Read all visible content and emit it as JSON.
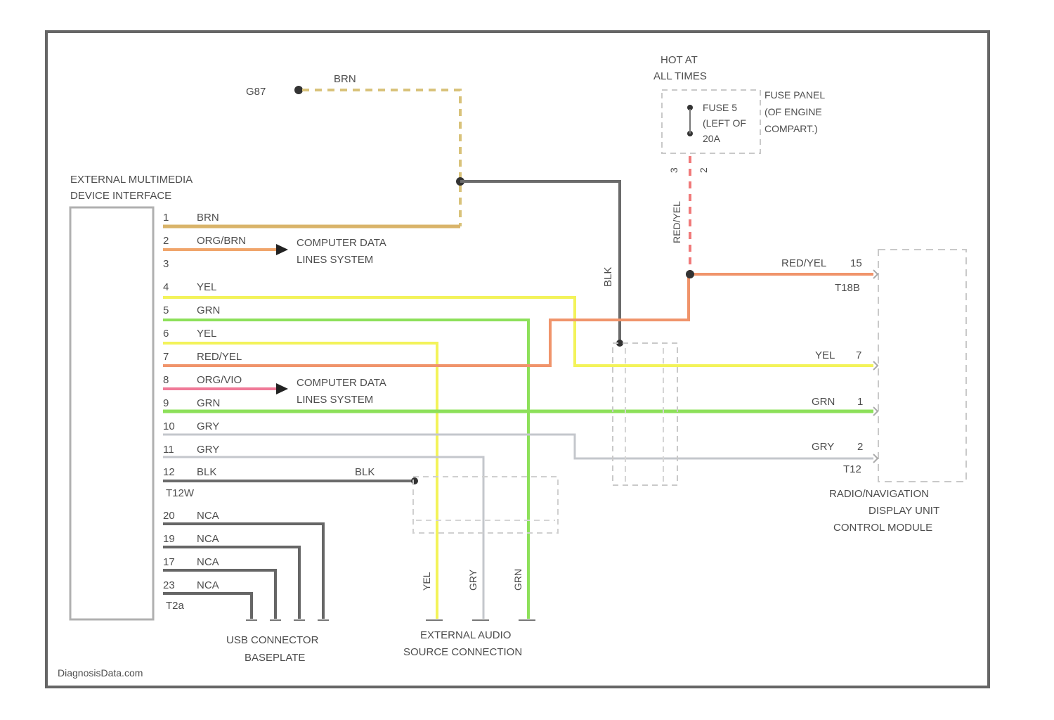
{
  "diagram": {
    "ground_label": "G87",
    "ground_wire": "BRN",
    "hot_label_1": "HOT AT",
    "hot_label_2": "ALL TIMES",
    "fuse_label_1": "FUSE 5",
    "fuse_label_2": "(LEFT OF",
    "fuse_label_3": "20A",
    "fuse_panel_1": "FUSE PANEL",
    "fuse_panel_2": "(OF ENGINE",
    "fuse_panel_3": "COMPART.)",
    "fuse_pin_left": "3",
    "fuse_pin_right": "2",
    "fuse_wire": "RED/YEL",
    "blk_vertical": "BLK",
    "emdi": {
      "title_1": "EXTERNAL MULTIMEDIA",
      "title_2": "DEVICE INTERFACE",
      "connector": "T12W",
      "pins": [
        {
          "pin": "1",
          "wire": "BRN"
        },
        {
          "pin": "2",
          "wire": "ORG/BRN"
        },
        {
          "pin": "3",
          "wire": ""
        },
        {
          "pin": "4",
          "wire": "YEL"
        },
        {
          "pin": "5",
          "wire": "GRN"
        },
        {
          "pin": "6",
          "wire": "YEL"
        },
        {
          "pin": "7",
          "wire": "RED/YEL"
        },
        {
          "pin": "8",
          "wire": "ORG/VIO"
        },
        {
          "pin": "9",
          "wire": "GRN"
        },
        {
          "pin": "10",
          "wire": "GRY"
        },
        {
          "pin": "11",
          "wire": "GRY"
        },
        {
          "pin": "12",
          "wire": "BLK"
        }
      ],
      "usb_connector": "T2a",
      "usb_pins": [
        {
          "pin": "20",
          "wire": "NCA"
        },
        {
          "pin": "19",
          "wire": "NCA"
        },
        {
          "pin": "17",
          "wire": "NCA"
        },
        {
          "pin": "23",
          "wire": "NCA"
        }
      ]
    },
    "computer_data_1": "COMPUTER DATA",
    "computer_data_2": "LINES SYSTEM",
    "blk_mid": "BLK",
    "radio": {
      "title_1": "RADIO/NAVIGATION",
      "title_2": "DISPLAY UNIT",
      "title_3": "CONTROL MODULE",
      "connector_top": "T18B",
      "connector_bottom": "T12",
      "pins": [
        {
          "wire": "RED/YEL",
          "pin": "15"
        },
        {
          "wire": "YEL",
          "pin": "7"
        },
        {
          "wire": "GRN",
          "pin": "1"
        },
        {
          "wire": "GRY",
          "pin": "2"
        }
      ]
    },
    "usb_baseplate_1": "USB CONNECTOR",
    "usb_baseplate_2": "BASEPLATE",
    "ext_audio_1": "EXTERNAL AUDIO",
    "ext_audio_2": "SOURCE CONNECTION",
    "ext_wires": [
      "YEL",
      "GRY",
      "GRN"
    ],
    "watermark": "DiagnosisData.com"
  },
  "colors": {
    "brn": "#d9b46a",
    "orange": "#f0946b",
    "yellow": "#f3f35a",
    "green": "#8de05a",
    "gray": "#b9bcc2",
    "black": "#6b6b6b",
    "red": "#f07a7a",
    "pink": "#f07a98"
  }
}
